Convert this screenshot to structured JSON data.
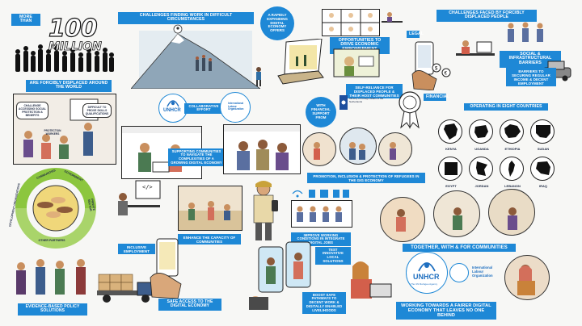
{
  "labels": {
    "more_than": "MORE THAN",
    "hundred": "100",
    "million": "MILLION",
    "forcibly_displaced": "ARE FORCIBLY DISPLACED AROUND THE WORLD",
    "challenges_difficult": "CHALLENGES FINDING WORK IN DIFFICULT CIRCUMSTANCES",
    "rapidly_expanding": "A RAPIDLY EXPANDING DIGITAL ECONOMY OFFERS",
    "opportunities": "OPPORTUNITIES TO DRIVE ECONOMIC EMPOWERMENT",
    "self_reliance": "SELF-RELIANCE FOR DISPLACED PEOPLE & THEIR HOST COMMUNITIES",
    "legal": "LEGAL",
    "financial": "FINANCIAL",
    "challenges_faced": "CHALLENGES FACED BY FORCIBLY DISPLACED PEOPLE",
    "social_barriers": "SOCIAL & INFRASTRUCTURAL BARRIERS",
    "barriers_securing": "BARRIERS TO SECURING REGULAR INCOME & DECENT EMPLOYMENT",
    "collaborative": "COLLABORATIVE EFFORT",
    "with_financial": "WITH FINANCIAL SUPPORT FROM",
    "operating": "OPERATING IN EIGHT COUNTRIES",
    "supporting": "SUPPORTING COMMUNITIES TO NAVIGATE THE COMPLEXITIES OF A GROWING DIGITAL ECONOMY",
    "promotion": "PROMOTION, INCLUSION & PROTECTION OF REFUGEES IN THE GIG ECONOMY",
    "communities": "COMMUNITIES",
    "government": "GOVERNMENT",
    "private_sector": "PRIVATE SECTOR",
    "other_partners": "OTHER PARTNERS",
    "dev_orgs": "DEVELOPMENT ORGANIZATIONS",
    "inclusive": "INCLUSIVE EMPLOYMENT",
    "enhance": "ENHANCE THE CAPACITY OF COMMUNITIES",
    "improve": "IMPROVE WORKING CONDITIONS IN INTEGRATE DIGITAL JOBS",
    "test_innovative": "TEST INNOVATIVE LOCAL SOLUTIONS",
    "together": "TOGETHER, WITH & FOR COMMUNITIES",
    "evidence": "EVIDENCE-BASED POLICY SOLUTIONS",
    "safe_access": "SAFE ACCESS TO THE DIGITAL ECONOMY",
    "boost": "BOOST SAFE PATHWAYS TO DECENT WORK & DIGITALLY ENABLED LIVELIHOODS",
    "working_towards": "WORKING TOWARDS A FAIRER DIGITAL ECONOMY THAT LEAVES NO ONE BEHIND",
    "unhcr": "UNHCR",
    "unhcr_sub": "The UN Refugee Agency",
    "ilo": "International Labour Organization",
    "ministry": "Ministry of Foreign Affairs of the Netherlands",
    "challenge_bubble": "CHALLENGE ACCESSING SOCIAL PROTECTION & BENEFITS",
    "difficult_bubble": "DIFFICULT TO PROVE SKILLS QUALIFICATIONS",
    "protection_board": "PROTECTION WORKERS",
    "code_glyph": "</>"
  },
  "countries": [
    "KENYA",
    "UGANDA",
    "ETHIOPIA",
    "SUDAN",
    "EGYPT",
    "JORDAN",
    "LEBANON",
    "IRAQ"
  ],
  "colors": {
    "accent": "#1e88d6",
    "ink": "#111111",
    "background": "#f7f7f5"
  }
}
